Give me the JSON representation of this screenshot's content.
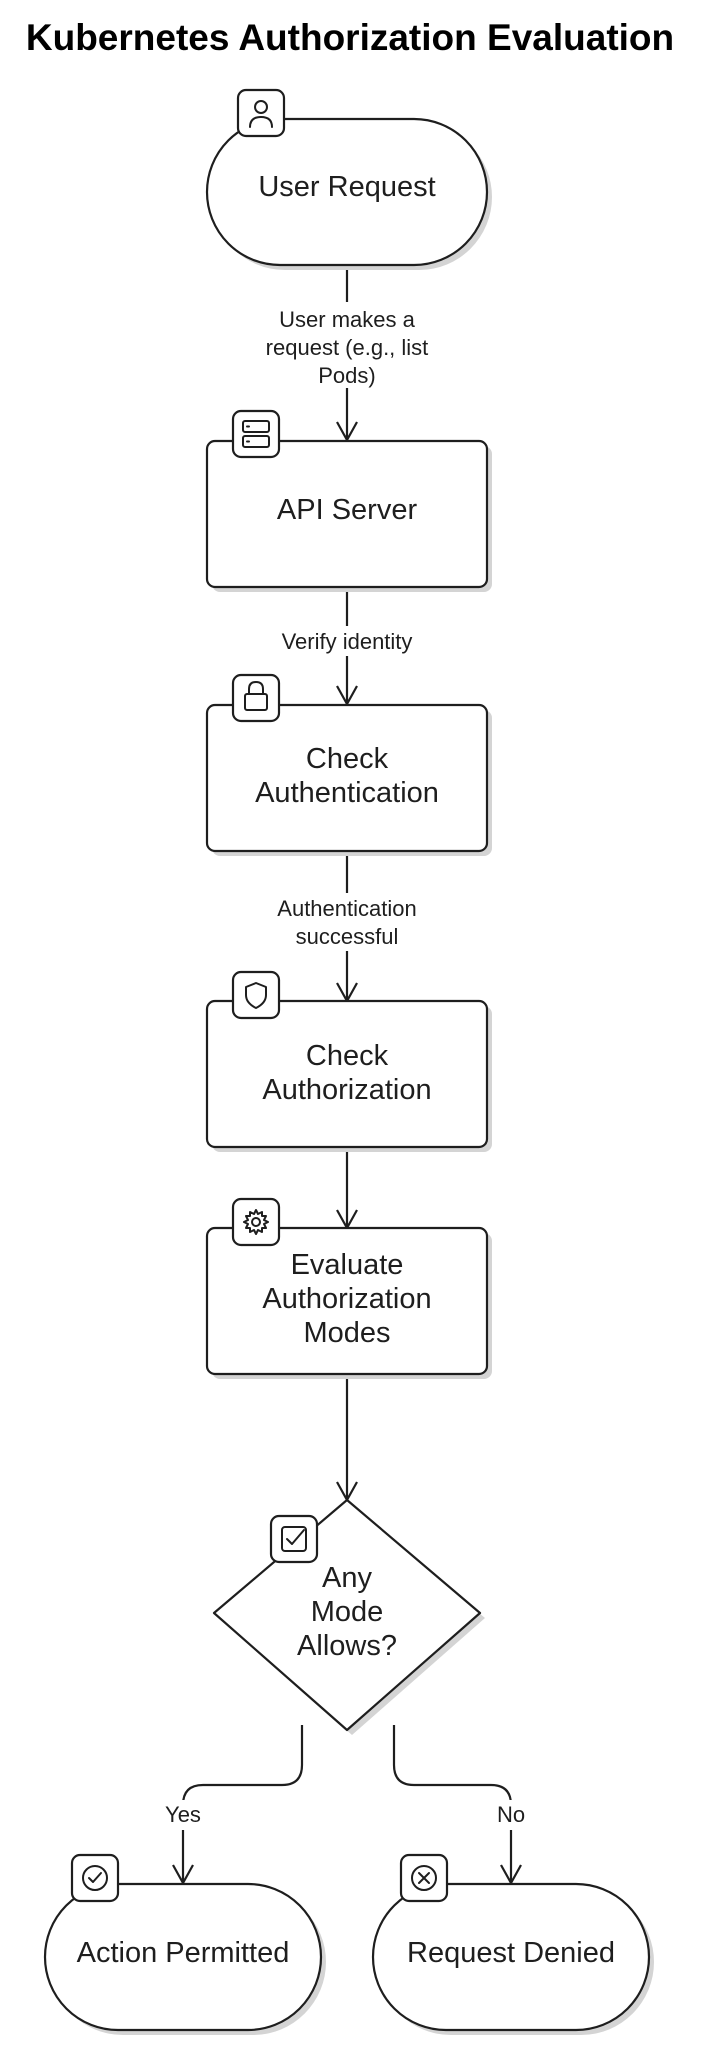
{
  "title": "Kubernetes Authorization Evaluation",
  "nodes": {
    "user_request": {
      "label": "User Request",
      "icon": "user-icon"
    },
    "api_server": {
      "label": "API Server",
      "icon": "server-icon"
    },
    "check_authentication": {
      "label_lines": [
        "Check",
        "Authentication"
      ],
      "icon": "lock-icon"
    },
    "check_authorization": {
      "label_lines": [
        "Check",
        "Authorization"
      ],
      "icon": "shield-icon"
    },
    "evaluate_modes": {
      "label_lines": [
        "Evaluate",
        "Authorization",
        "Modes"
      ],
      "icon": "gear-icon"
    },
    "any_mode_allows": {
      "label_lines": [
        "Any",
        "Mode",
        "Allows?"
      ],
      "icon": "checkbox-icon"
    },
    "action_permitted": {
      "label": "Action Permitted",
      "icon": "check-circle-icon"
    },
    "request_denied": {
      "label": "Request Denied",
      "icon": "x-circle-icon"
    }
  },
  "edges": {
    "user_to_api": {
      "label_lines": [
        "User makes a",
        "request (e.g., list",
        "Pods)"
      ]
    },
    "api_to_authn": {
      "label": "Verify identity"
    },
    "authn_to_authz": {
      "label_lines": [
        "Authentication",
        "successful"
      ]
    },
    "decision_yes": {
      "label": "Yes"
    },
    "decision_no": {
      "label": "No"
    }
  }
}
